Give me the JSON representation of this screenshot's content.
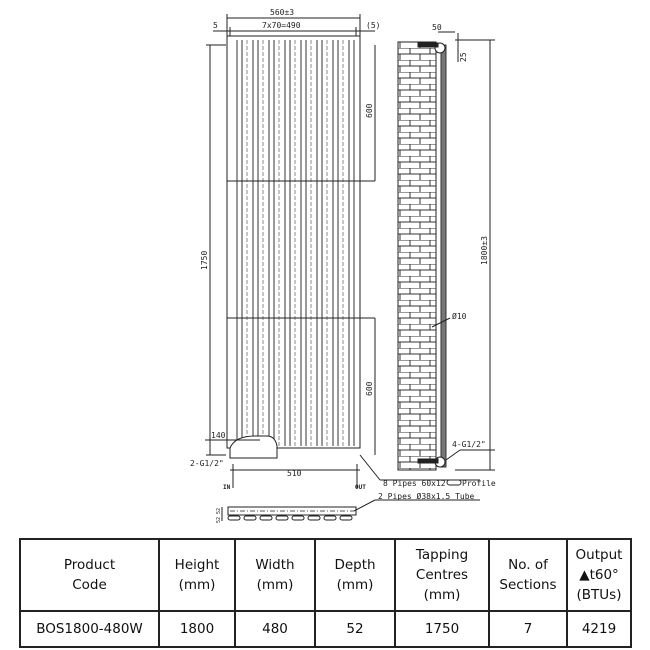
{
  "drawing": {
    "front_view": {
      "overall_width": "560±3",
      "pipe_spacing": "7x70=490",
      "left_offset": "5",
      "right_offset": "(5)",
      "height_centres": "1750",
      "upper_bracket": "600",
      "lower_bracket": "600",
      "inlet_offset": "140",
      "connection": "2-G1/2\"",
      "bottom_width": "510",
      "inlet_label": "IN",
      "outlet_label": "OUT"
    },
    "side_view": {
      "wall_gap": "50",
      "top_offset": "25",
      "overall_height": "1800±3",
      "rod_diameter": "Ø10",
      "connection": "4-G1/2\""
    },
    "callouts": {
      "pipes_profile": "8 Pipes 60x12",
      "profile_label": "Profile",
      "pipes_tube": "2 Pipes Ø38x1.5 Tube"
    },
    "plan_view": {
      "depth_top": "52",
      "depth_bottom": "52"
    }
  },
  "table": {
    "headers": [
      {
        "line1": "Product",
        "line2": "Code"
      },
      {
        "line1": "Height",
        "line2": "(mm)"
      },
      {
        "line1": "Width",
        "line2": "(mm)"
      },
      {
        "line1": "Depth",
        "line2": "(mm)"
      },
      {
        "line1": "Tapping",
        "line2": "Centres",
        "line3": "(mm)"
      },
      {
        "line1": "No. of",
        "line2": "Sections"
      },
      {
        "line1": "Output",
        "line2": "▲t60° (BTUs)"
      }
    ],
    "row": [
      "BOS1800-480W",
      "1800",
      "480",
      "52",
      "1750",
      "7",
      "4219"
    ]
  }
}
